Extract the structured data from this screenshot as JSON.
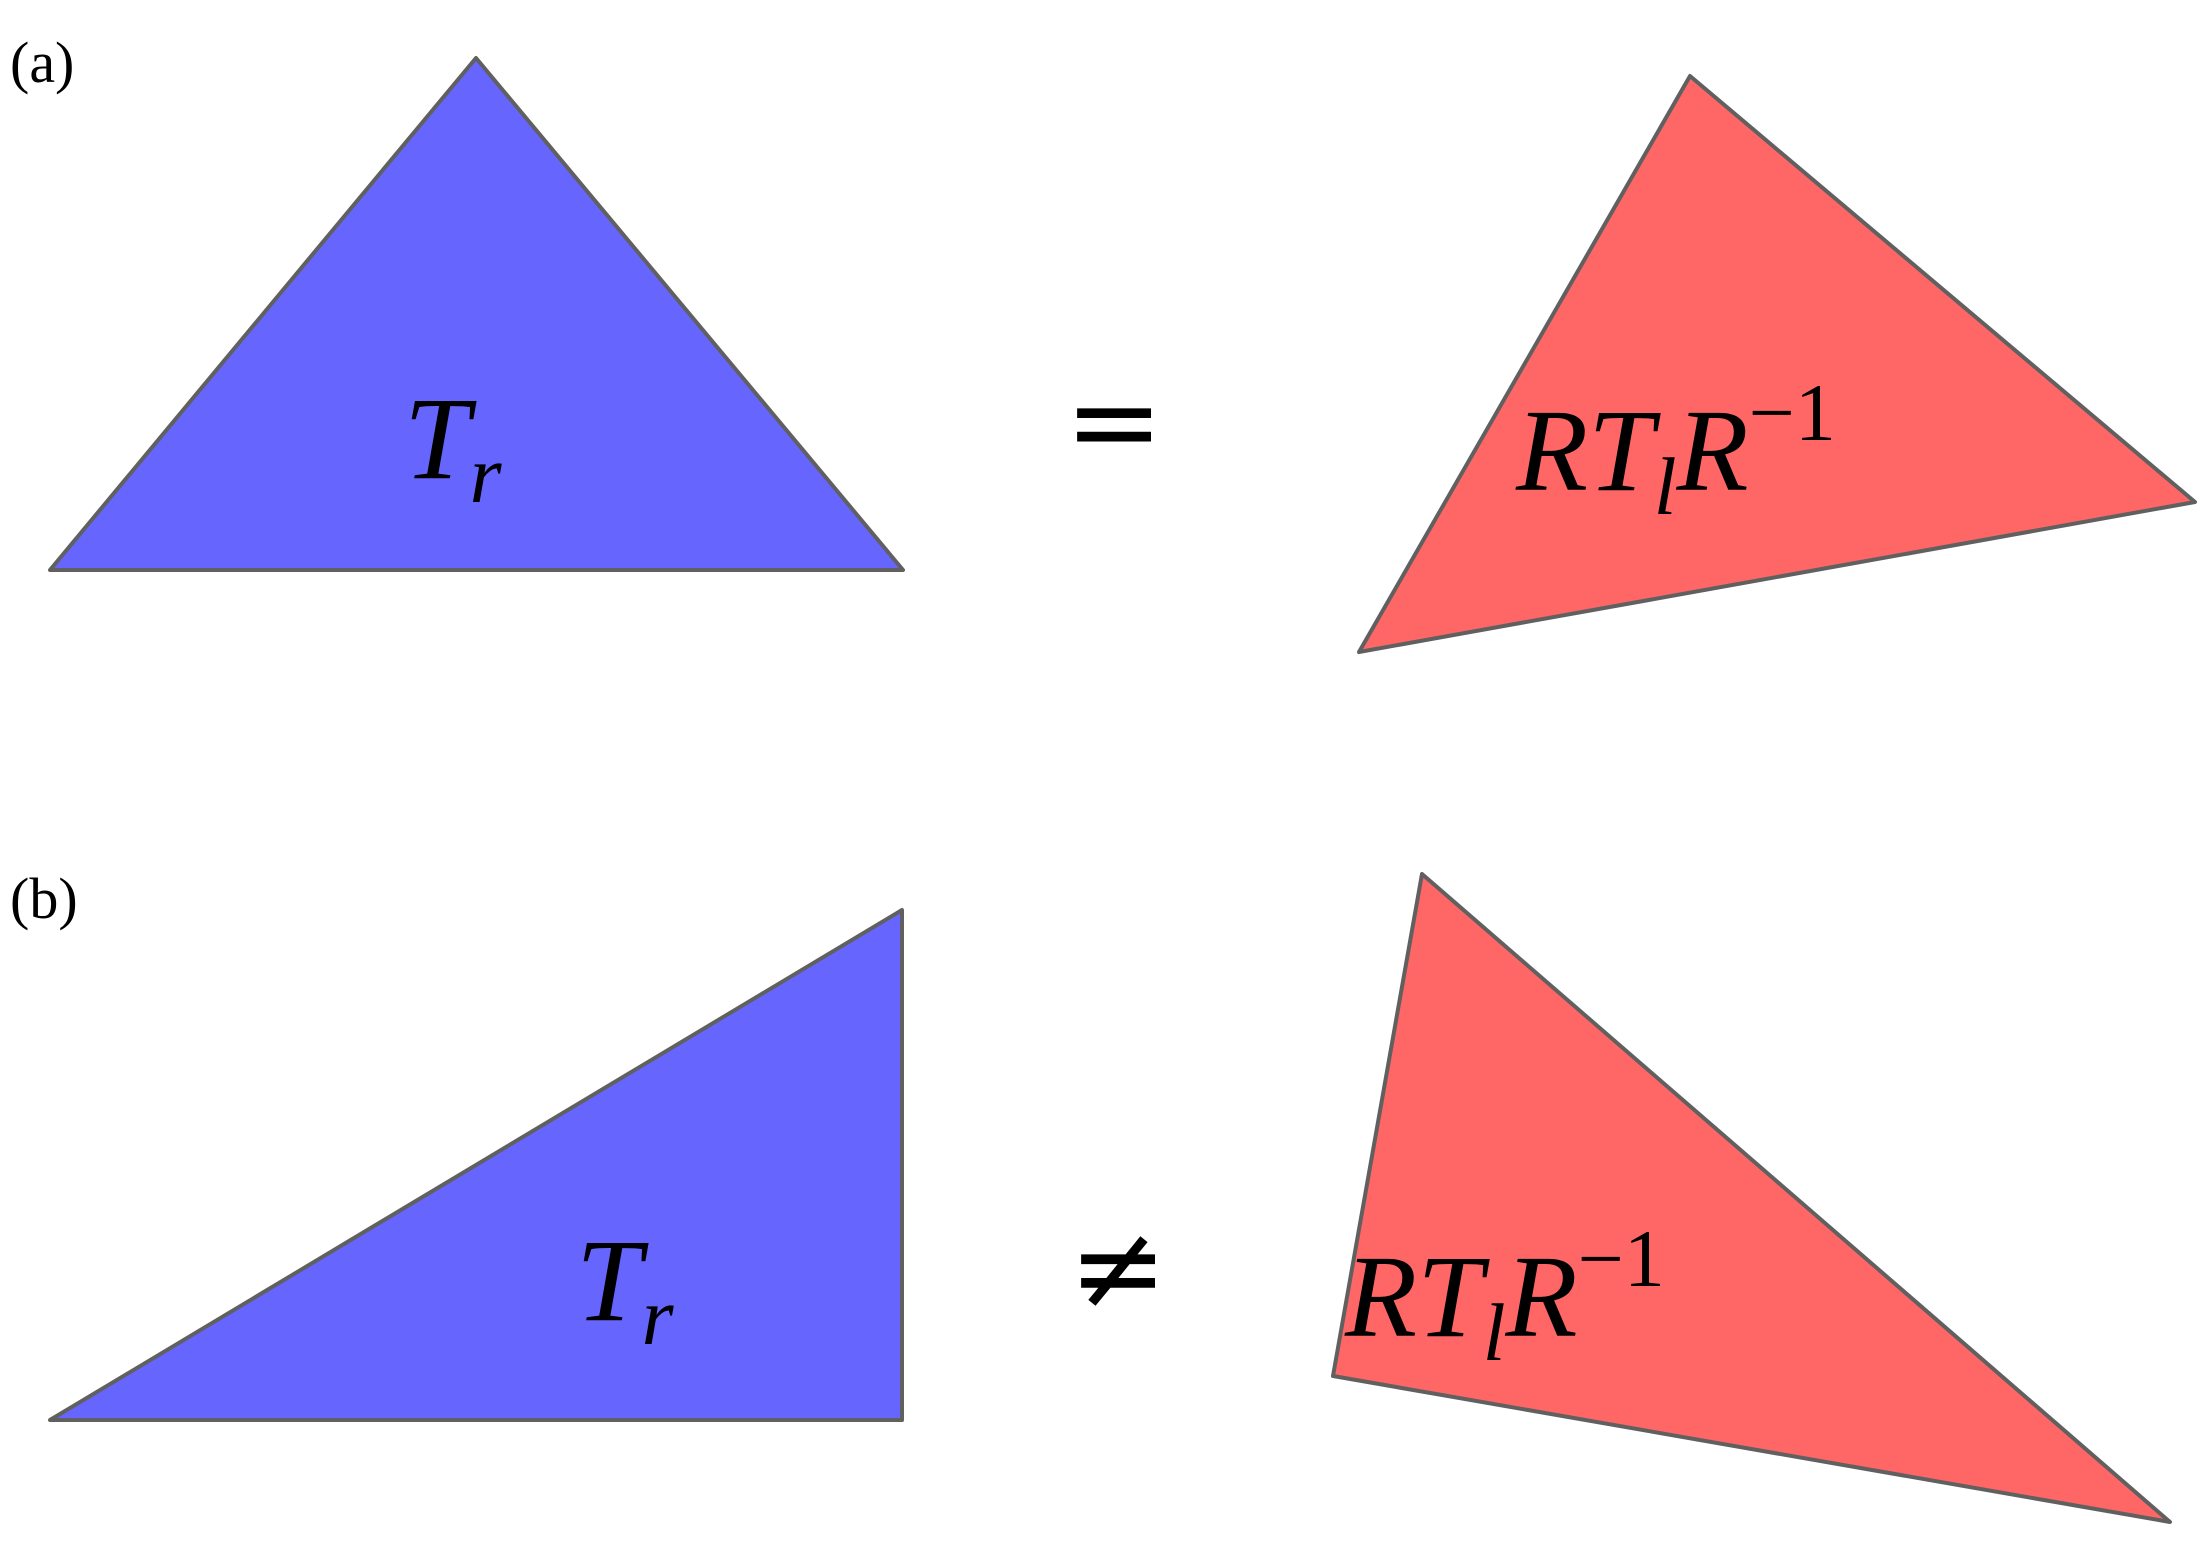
{
  "colors": {
    "blue_fill": "#6666ff",
    "red_fill": "#ff6666",
    "outline": "#606060",
    "text": "#000000"
  },
  "panels": [
    {
      "label": "(a)",
      "left_symbol": "T",
      "left_subscript": "r",
      "relation": "=",
      "right_symbol_1": "R",
      "right_symbol_2": "T",
      "right_subscript": "l",
      "right_symbol_3": "R",
      "right_superscript": "−1"
    },
    {
      "label": "(b)",
      "left_symbol": "T",
      "left_subscript": "r",
      "relation": "≠",
      "right_symbol_1": "R",
      "right_symbol_2": "T",
      "right_subscript": "l",
      "right_symbol_3": "R",
      "right_superscript": "−1"
    }
  ]
}
